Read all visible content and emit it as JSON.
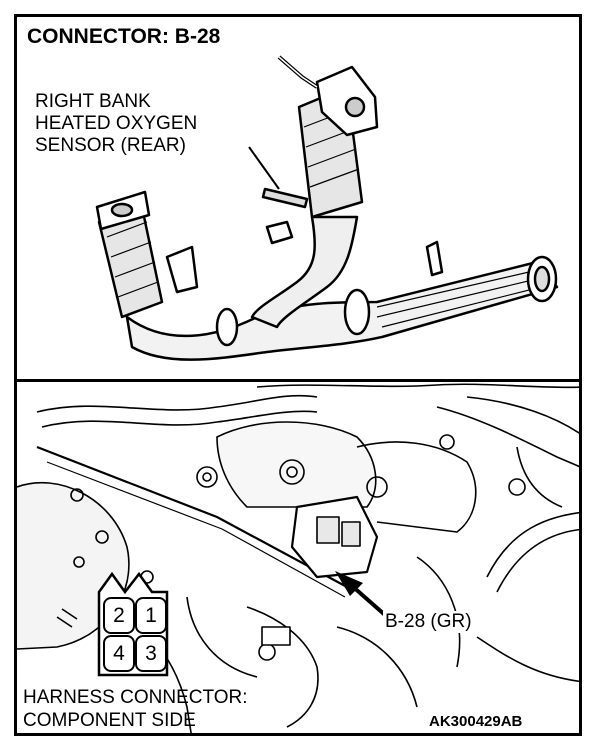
{
  "title": "CONNECTOR: B-28",
  "sensor_label": {
    "line1": "RIGHT BANK",
    "line2": "HEATED OXYGEN",
    "line3": "SENSOR (REAR)"
  },
  "connector_callout": "B-28 (GR)",
  "harness_label": {
    "line1": "HARNESS CONNECTOR:",
    "line2": "COMPONENT SIDE"
  },
  "pins": [
    "2",
    "1",
    "4",
    "3"
  ],
  "figure_code": "AK300429AB"
}
